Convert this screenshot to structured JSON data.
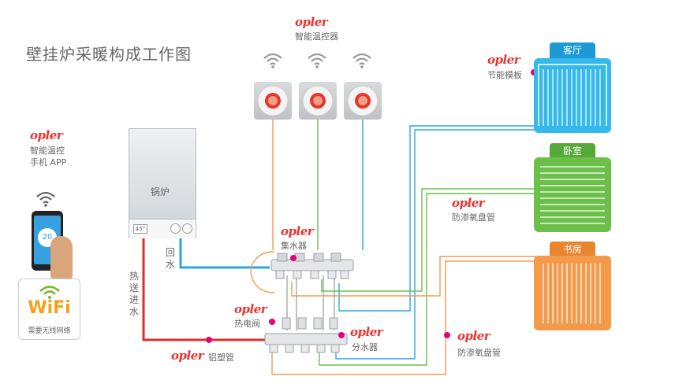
{
  "title": "壁挂炉采暖构成工作图",
  "brand": "opler",
  "labels": {
    "thermostat": "智能温控器",
    "app_line1": "智能温控",
    "app_line2": "手机 APP",
    "boiler": "锅炉",
    "boiler_temp": "45°",
    "phone_temp": "20",
    "return_water": "回水",
    "supply_water": "热送进水",
    "collector": "集水器",
    "distributor": "分水器",
    "valve": "热电阀",
    "pipe": "铝塑管",
    "module": "节能模板",
    "coil1": "防渗氧盘管",
    "coil2": "防渗氧盘管",
    "wifi_text": "WiFi",
    "wifi_note": "需要无线网络"
  },
  "rooms": [
    {
      "name": "客厅",
      "color": "#35b8ec"
    },
    {
      "name": "卧室",
      "color": "#6cc04a"
    },
    {
      "name": "书房",
      "color": "#f39a4b"
    }
  ],
  "colors": {
    "supply_red": "#d9302c",
    "return_blue": "#2aa7e0",
    "orange_pipe": "#f39a4b",
    "green_pipe": "#6cc04a",
    "brand_red": "#e8332e",
    "marker": "#e6007e"
  },
  "icons": [
    "wifi-icon",
    "thermostat-icon",
    "boiler-icon",
    "phone-icon",
    "manifold-icon"
  ]
}
